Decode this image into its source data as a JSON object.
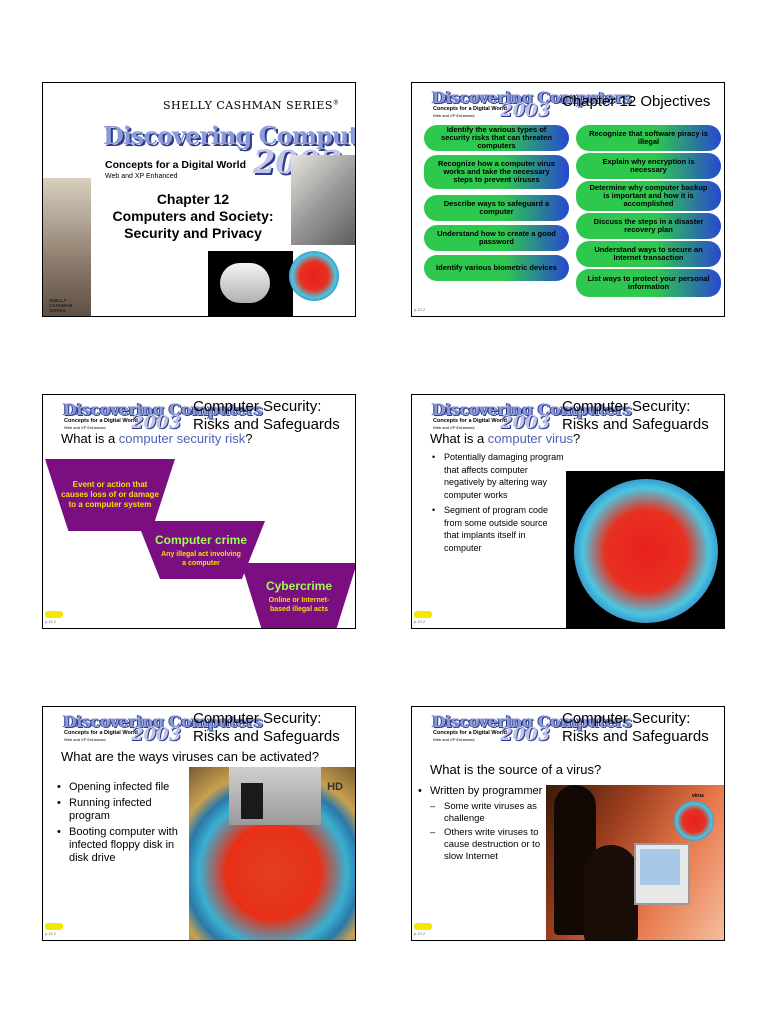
{
  "slide1": {
    "series": "SHELLY CASHMAN SERIES",
    "series_mark": "®",
    "book_title": "Discovering Computers",
    "book_year": "2003",
    "book_sub": "Concepts for a Digital World",
    "book_sub2": "Web and XP Enhanced",
    "chapter": "Chapter 12",
    "title_line1": "Computers and Society:",
    "title_line2": "Security and Privacy",
    "sidebar_tag": "SHELLY CASHMAN SERIES"
  },
  "logo": {
    "word": "Discovering Computers",
    "year": "2003",
    "sub": "Concepts for a Digital World",
    "sub2": "Web and XP Enhanced"
  },
  "slide2": {
    "title": "Chapter 12 Objectives",
    "left": [
      "Identify the various types of security risks that can threaten computers",
      "Recognize how a computer virus works and take the necessary steps to prevent viruses",
      "Describe ways to safeguard a computer",
      "Understand how to create a good password",
      "Identify various biometric devices"
    ],
    "right": [
      "Recognize that software piracy is illegal",
      "Explain why encryption is necessary",
      "Determine why computer backup is important and how it is accomplished",
      "Discuss the steps in a disaster recovery plan",
      "Understand ways to secure an Internet transaction",
      "List ways to protect your personal information"
    ],
    "page_ref": "p.12.2"
  },
  "slide3": {
    "header1": "Computer Security:",
    "header2": "Risks and Safeguards",
    "q_prefix": "What is a ",
    "q_term": "computer security risk",
    "q_suffix": "?",
    "box1_body": "Event or action that causes loss of or damage to a computer system",
    "box2_head": "Computer crime",
    "box2_body": "Any illegal act involving a computer",
    "box3_head": "Cybercrime",
    "box3_body": "Online or Internet-based illegal acts",
    "page_ref": "p.12.2"
  },
  "slide4": {
    "header1": "Computer Security:",
    "header2": "Risks and Safeguards",
    "q_prefix": "What is a ",
    "q_term": "computer virus",
    "q_suffix": "?",
    "bullets": [
      "Potentially damaging program that affects computer negatively by altering way computer works",
      "Segment of program code from some outside source that implants itself in computer"
    ],
    "page_ref": "p.12.2"
  },
  "slide5": {
    "header1": "Computer Security:",
    "header2": "Risks and Safeguards",
    "question": "What are the ways viruses can be activated?",
    "bullets": [
      "Opening infected file",
      "Running infected program",
      "Booting computer with infected floppy disk in disk drive"
    ],
    "disk_label": "HD",
    "page_ref": "p.12.2"
  },
  "slide6": {
    "header1": "Computer Security:",
    "header2": "Risks and Safeguards",
    "question": "What is the source of a virus?",
    "bullet": "Written by programmer",
    "sub_bullets": [
      "Some write viruses as challenge",
      "Others write viruses to cause destruction or to slow Internet"
    ],
    "image_label": "virus",
    "page_ref": "p.12.2"
  }
}
